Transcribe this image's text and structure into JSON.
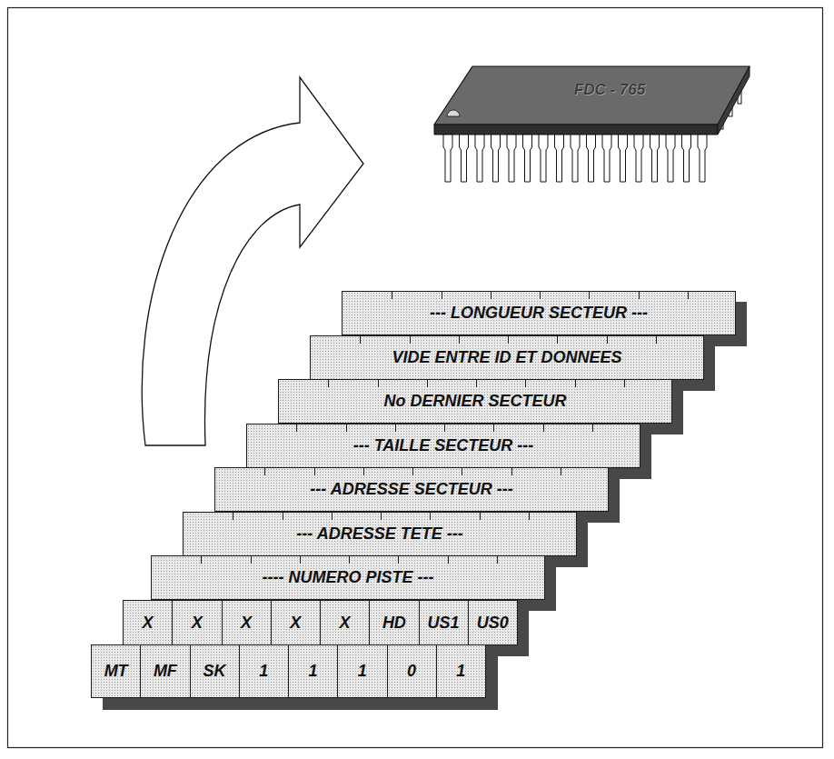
{
  "diagram": {
    "nodes": [
      {
        "text": [
          "FDC - 765"
        ]
      },
      {
        "text": [
          "--- LONGUEUR SECTEUR ---"
        ]
      },
      {
        "text": [
          "VIDE ENTRE ID ET DONNEES"
        ]
      },
      {
        "text": [
          "No DERNIER SECTEUR"
        ]
      },
      {
        "text": [
          "--- TAILLE SECTEUR ---"
        ]
      },
      {
        "text": [
          "--- ADRESSE SECTEUR ---"
        ]
      },
      {
        "text": [
          "--- ADRESSE TETE ---"
        ]
      },
      {
        "text": [
          "---- NUMERO PISTE ---"
        ]
      },
      {
        "text": [
          "X"
        ]
      },
      {
        "text": [
          "X"
        ]
      },
      {
        "text": [
          "X"
        ]
      },
      {
        "text": [
          "X"
        ]
      },
      {
        "text": [
          "X"
        ]
      },
      {
        "text": [
          "HD"
        ]
      },
      {
        "text": [
          "US1"
        ]
      },
      {
        "text": [
          "US0"
        ]
      },
      {
        "text": [
          "MT"
        ]
      },
      {
        "text": [
          "MF"
        ]
      },
      {
        "text": [
          "SK"
        ]
      },
      {
        "text": [
          "1"
        ]
      },
      {
        "text": [
          "1"
        ]
      },
      {
        "text": [
          "1"
        ]
      },
      {
        "text": [
          "0"
        ]
      },
      {
        "text": [
          "1"
        ]
      }
    ]
  }
}
